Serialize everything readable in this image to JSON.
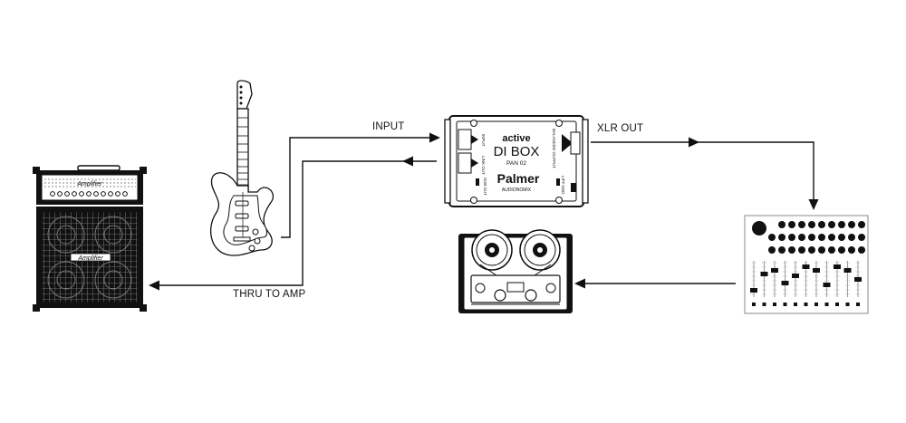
{
  "connections": {
    "input": "INPUT",
    "xlr_out": "XLR OUT",
    "thru_to_amp": "THRU TO AMP"
  },
  "amplifier": {
    "brand_top": "Amplifier",
    "brand_bottom": "Amplifier"
  },
  "di_box": {
    "active": "active",
    "title": "DI BOX",
    "model": "PAN 02",
    "brand": "Palmer",
    "sub_brand": "AUDIONOMIX",
    "input_label": "INPUT",
    "link_out_label": "LINK OUT",
    "sub_label": "SUB OUT",
    "balanced_output_label": "BALANCED OUTPUT",
    "lift_label": "LIFT GND"
  },
  "icons": {
    "guitar": "electric-guitar-icon",
    "amplifier": "guitar-cabinet-icon",
    "tape_recorder": "reel-to-reel-recorder-icon",
    "mixer": "mixing-console-icon"
  },
  "colors": {
    "line": "#111111",
    "background": "#ffffff",
    "grille": "#c8c8c8"
  }
}
